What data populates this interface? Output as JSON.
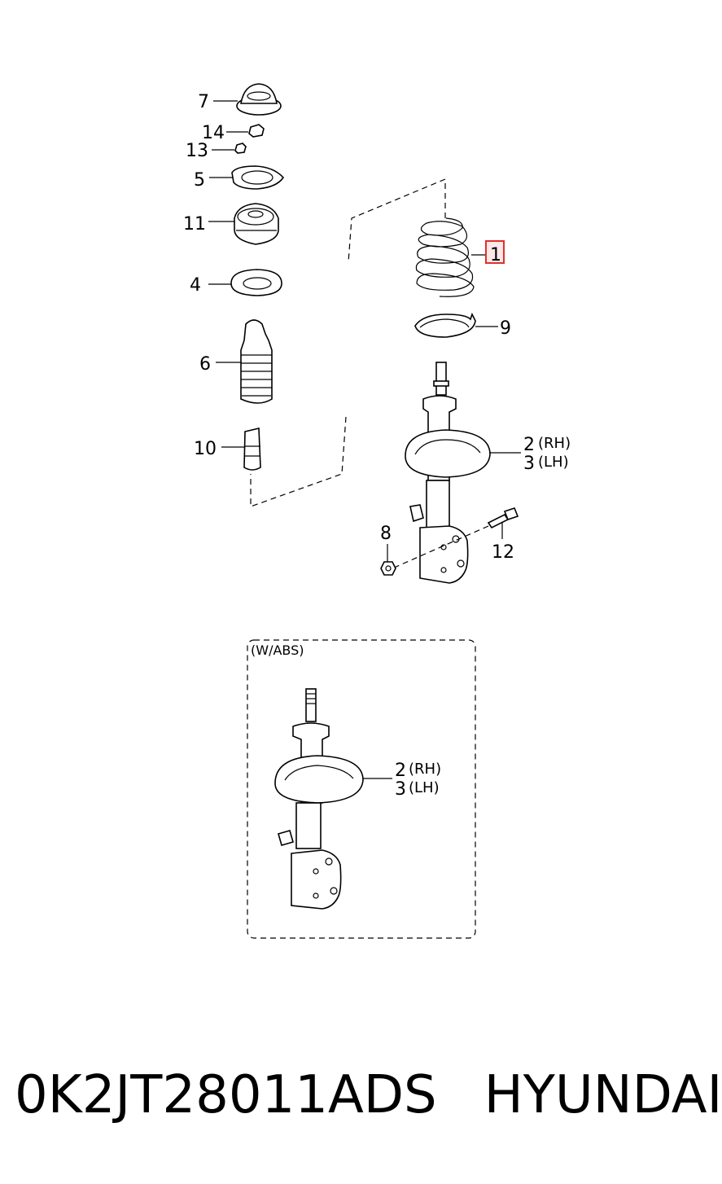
{
  "diagram": {
    "callouts": {
      "c7": "7",
      "c14": "14",
      "c13": "13",
      "c5": "5",
      "c11": "11",
      "c4": "4",
      "c6": "6",
      "c10": "10",
      "c1": "1",
      "c9": "9",
      "c2": "2",
      "c2_side": "(RH)",
      "c3": "3",
      "c3_side": "(LH)",
      "c8": "8",
      "c12": "12"
    },
    "abs_box": {
      "label": "(W/ABS)",
      "c2": "2",
      "c2_side": "(RH)",
      "c3": "3",
      "c3_side": "(LH)"
    },
    "highlight_color": "#e0302a"
  },
  "footer": {
    "part_number": "0K2JT28011ADS",
    "brand": "HYUNDAI"
  }
}
